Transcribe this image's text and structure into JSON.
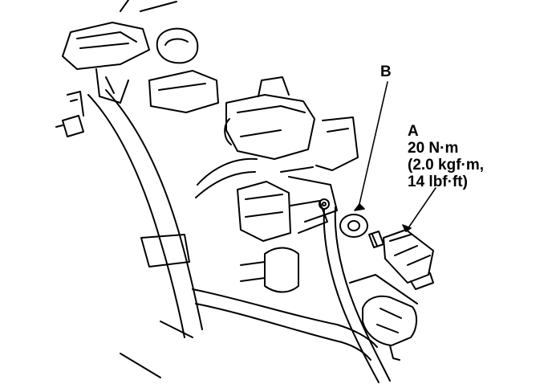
{
  "callouts": {
    "b": {
      "letter": "B"
    },
    "a": {
      "letter": "A",
      "torque_nm": "20 N·m",
      "torque_kgfm": "(2.0 kgf·m,",
      "torque_lbfft": "14 lbf·ft)"
    }
  },
  "colors": {
    "ink": "#000000",
    "paper": "#ffffff"
  }
}
